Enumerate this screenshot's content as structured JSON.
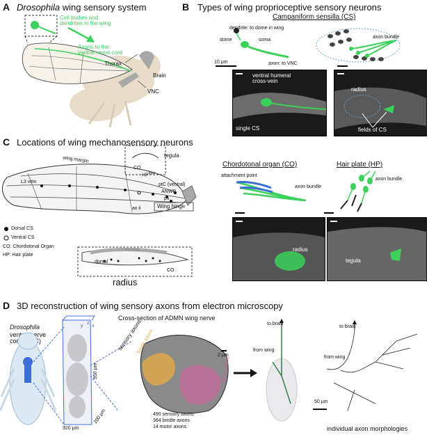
{
  "panelA": {
    "letter": "A",
    "title_species": "Drosophila",
    "title_rest": " wing sensory system",
    "label_cells": "Cell bodies and\ndendrites in the wing",
    "label_axons": "Axons to the\nventral nerve cord",
    "label_thorax": "Thorax",
    "label_brain": "Brain",
    "label_vnc": "VNC"
  },
  "panelB": {
    "letter": "B",
    "title": "Types of wing proprioceptive sensory neurons",
    "cs_heading": "Campaniform sensilla (CS)",
    "dendrite_label": "dendrite: to dome in wing",
    "dome_label": "dome",
    "soma_label": "soma",
    "axon_vnc_label": "axon: to VNC",
    "scale_label": "10 μm",
    "axon_bundle_label": "axon bundle",
    "micro1_label1": "ventral humeral\ncross-vein",
    "micro1_label2": "single CS",
    "micro2_label1": "radius",
    "micro2_label2": "fields of CS",
    "co_heading": "Chordotonal organ (CO)",
    "hp_heading": "Hair plate (HP)",
    "attachment_label": "attachment point",
    "co_axon_bundle": "axon bundle",
    "hp_axon_bundle": "axon bundle",
    "micro3_label": "radius",
    "micro4_label": "tegula"
  },
  "panelC": {
    "letter": "C",
    "title": "Locations of wing mechanosensory neurons",
    "wing_margin": "wing margin",
    "l3_vein": "L3 vein",
    "tegula": "tegula",
    "co": "CO",
    "hp": "HP",
    "hp_sup": "tg",
    "hp_sup2": "ax",
    "ptc": "ptC (ventral)",
    "anwp": "ANWP",
    "ps": "ps",
    "ax_ii": "ax ii",
    "wing_hinge": "Wing hinge",
    "legend_dorsal": "Dorsal CS",
    "legend_ventral": "Ventral CS",
    "legend_co": "CO: Chordotonal Organ",
    "legend_hp": "HP: Hair plate",
    "ventral": "ventral",
    "dorsal": "dorsal",
    "co2": "CO",
    "radius": "radius"
  },
  "panelD": {
    "letter": "D",
    "title": "3D reconstruction of wing sensory axons from electron microscopy",
    "drosophila": "Drosophila",
    "vnc_label": "ventral nerve\ncord (VNC)",
    "dim_950": "950 μm",
    "dim_320": "320 μm",
    "dim_200": "200 μm",
    "axis_x": "x",
    "axis_y": "y",
    "axis_z": "z",
    "cross_section": "Cross-section of ADMN wing nerve",
    "sensory_axons": "sensory axons",
    "bristle_axons": "bristle axons",
    "motor_axons": "motor axons",
    "scale_2um": "2 μm",
    "count_sensory": "490 sensory axons",
    "count_bristle": "364 bristle axons",
    "count_motor": "14 motor axons",
    "to_brain_1": "to brain",
    "from_wing_1": "from wing",
    "to_brain_2": "to brain",
    "from_wing_2": "from wing",
    "scale_50um": "50 μm",
    "morph_caption": "individual axon morphologies"
  },
  "colors": {
    "green": "#3bd15a",
    "blue": "#3b6fd6",
    "orange": "#e3a74a",
    "magenta": "#c06a9a",
    "fly_body": "#e8dcc8"
  }
}
